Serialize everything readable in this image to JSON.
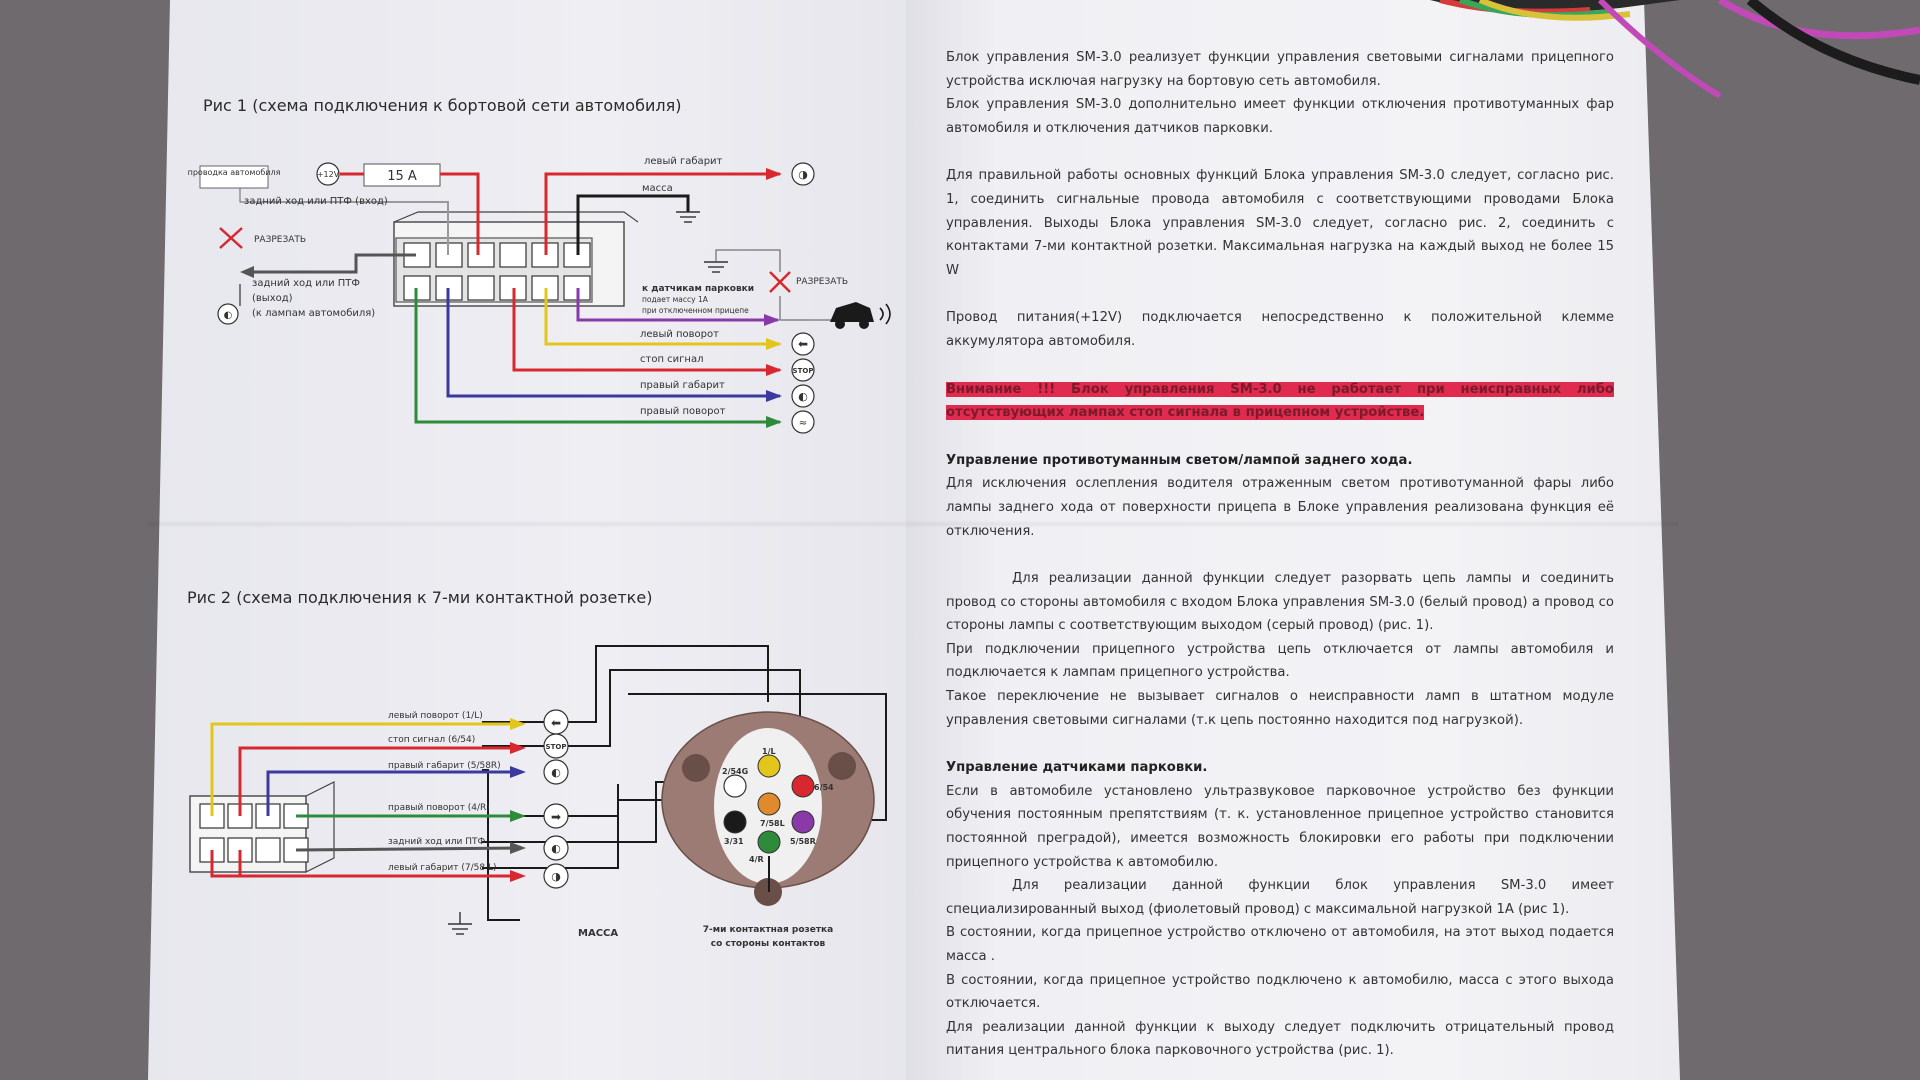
{
  "colors": {
    "red": "#d7282f",
    "yellow": "#e3c61b",
    "blue": "#3a3a9e",
    "green": "#2e8b3a",
    "violet": "#8a3aa8",
    "black": "#1a1a1a",
    "gray": "#9a9a9a",
    "warning_bg": "#e02a4e"
  },
  "fig1": {
    "title": "Рис 1 (схема подключения к бортовой сети автомобиля)",
    "car_wiring": "проводка автомобиля",
    "plus12": "+12V",
    "fuse": "15 A",
    "cut": "РАЗРЕЗАТЬ",
    "reverse_in": "задний ход или ПТФ (вход)",
    "reverse_out_1": "задний ход или ПТФ",
    "reverse_out_2": "(выход)",
    "reverse_out_3": "(к лампам автомобиля)",
    "parking_1": "к датчикам парковки",
    "parking_2": "подает массу 1А",
    "parking_3": "при отключенном прицепе",
    "left_marker": "левый габарит",
    "ground": "масса",
    "left_turn": "левый поворот",
    "stop": "стоп сигнал",
    "right_marker": "правый габарит",
    "right_turn": "правый поворот",
    "stop_icon": "STOP"
  },
  "fig2": {
    "title": "Рис 2 (схема подключения к 7-ми контактной розетке)",
    "left_turn": "левый поворот (1/L)",
    "stop": "стоп сигнал (6/54)",
    "right_marker": "правый габарит (5/58R)",
    "right_turn": "правый поворот (4/R)",
    "reverse": "задний ход или ПТФ",
    "left_marker": "левый габарит (7/58 L)",
    "ground": "МАССА",
    "socket_1": "7-ми контактная розетка",
    "socket_2": "со стороны контактов",
    "pin_1": "1/L",
    "pin_2": "2/54G",
    "pin_3": "3/31",
    "pin_4": "4/R",
    "pin_5": "5/58R",
    "pin_6": "6/54",
    "pin_7": "7/58L",
    "stop_icon": "STOP"
  },
  "text": {
    "p1": "Блок управления SM-3.0 реализует функции управления световыми сигналами прицепного устройства исключая нагрузку на бортовую сеть автомобиля.",
    "p2": "Блок управления SM-3.0 дополнительно имеет функции отключения противотуманных фар автомобиля и отключения датчиков парковки.",
    "p3": "Для правильной работы основных функций Блока управления SM-3.0 следует, согласно рис. 1, соединить сигнальные провода автомобиля с соответствующими проводами Блока управления. Выходы Блока управления SM-3.0 следует, согласно рис. 2, соединить с контактами 7-ми контактной розетки. Максимальная нагрузка на каждый выход не более 15 W",
    "p4": "Провод питания(+12V) подключается непосредственно к положительной клемме аккумулятора автомобиля.",
    "warning": "Внимание !!! Блок управления SM-3.0 не работает при неисправных либо отсутствующих лампах стоп сигнала в прицепном устройстве.",
    "h1": "Управление противотуманным светом/лампой заднего хода.",
    "p5": "Для исключения ослепления водителя отраженным светом противотуманной фары либо лампы заднего хода от поверхности прицепа в Блоке управления реализована функция её отключения.",
    "p6": "Для реализации данной функции следует разорвать цепь лампы и соединить провод со стороны автомобиля с входом Блока управления SM-3.0 (белый провод) а провод со стороны лампы с соответствующим выходом (серый провод) (рис. 1).",
    "p7": "При подключении прицепного устройства цепь отключается от лампы автомобиля и подключается к лампам прицепного устройства.",
    "p8": "Такое переключение не вызывает сигналов о неисправности ламп в штатном модуле управления световыми сигналами (т.к цепь постоянно находится под нагрузкой).",
    "h2": "Управление датчиками парковки.",
    "p9": "Если в автомобиле установлено ультразвуковое парковочное устройство без функции обучения постоянным препятствиям (т. к. установленное прицепное устройство становится постоянной преградой), имеется возможность блокировки его работы при подключении прицепного устройства к автомобилю.",
    "p10": "Для реализации данной функции блок управления SM-3.0 имеет специализированный выход (фиолетовый провод) с максимальной нагрузкой 1А (рис 1).",
    "p11": "В состоянии, когда прицепное устройство отключено от автомобиля, на этот выход подается масса .",
    "p12": "В состоянии, когда прицепное устройство подключено к автомобилю, масса с этого выхода отключается.",
    "p13": "Для реализации данной функции к выходу следует подключить отрицательный провод питания центрального блока парковочного устройства (рис. 1)."
  }
}
